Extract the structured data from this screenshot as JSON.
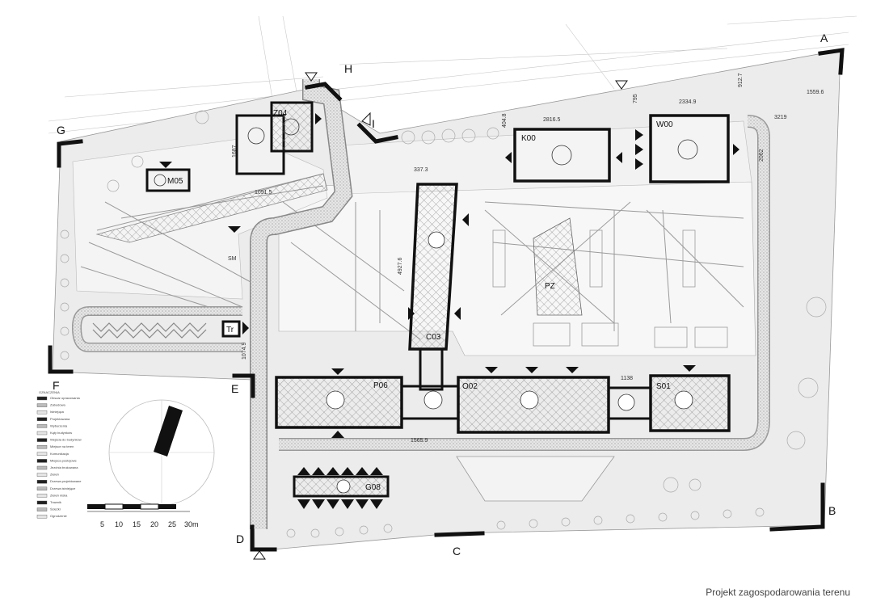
{
  "caption": "Projekt zagospodarowania terenu",
  "buildings": [
    {
      "id": "z04",
      "label": "Z04"
    },
    {
      "id": "m05",
      "label": "M05"
    },
    {
      "id": "k00",
      "label": "K00"
    },
    {
      "id": "w00",
      "label": "W00"
    },
    {
      "id": "c03",
      "label": "C03"
    },
    {
      "id": "p06",
      "label": "P06"
    },
    {
      "id": "o02",
      "label": "O02"
    },
    {
      "id": "s01",
      "label": "S01"
    },
    {
      "id": "g08",
      "label": "G08"
    },
    {
      "id": "tr",
      "label": "Tr"
    },
    {
      "id": "pz",
      "label": "PZ"
    },
    {
      "id": "sm",
      "label": "SM"
    }
  ],
  "corners": [
    "A",
    "B",
    "C",
    "D",
    "E",
    "F",
    "G",
    "H",
    "I"
  ],
  "dimensions": [
    "337.3",
    "2816.5",
    "2334.9",
    "1559.6",
    "3219",
    "1091.5",
    "4927.6",
    "1138",
    "1565.9",
    "1074.9",
    "912.7",
    "795",
    "404.8",
    "1687",
    "2062"
  ],
  "scale": {
    "labels": [
      "5",
      "10",
      "15",
      "20",
      "25",
      "30m"
    ]
  },
  "legend": {
    "title": "OZNACZENIA",
    "items": [
      "Obszar opracowania",
      "Zabudowa",
      "Istniejąca",
      "Projektowana",
      "Wyburzenia",
      "Kąty budynków",
      "Wejścia do budynków",
      "Miejsce na teren",
      "Komunikacja",
      "Miejsca postojowe",
      "Jezdnia brukowana",
      "Zieleń",
      "Drzewa projektowane",
      "Drzewa istniejące",
      "Zieleń niska",
      "Trawnik",
      "Ścieżki",
      "Ogrodzenie"
    ]
  }
}
